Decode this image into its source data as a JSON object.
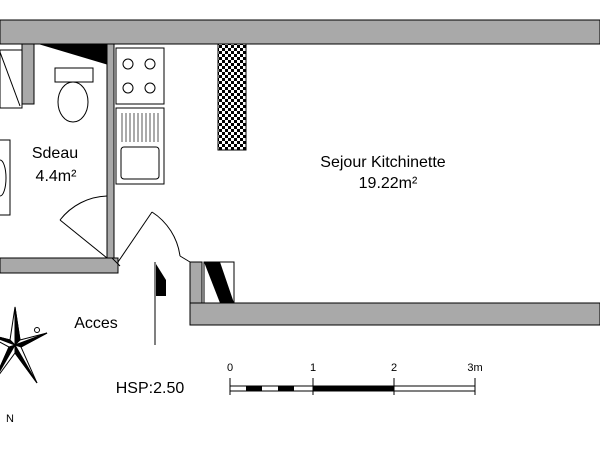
{
  "rooms": {
    "sdeau": {
      "name": "Sdeau",
      "area": "4.4m²"
    },
    "sejour": {
      "name": "Sejour Kitchinette",
      "area": "19.22m²"
    }
  },
  "labels": {
    "acces": "Acces",
    "hsp": "HSP:2.50",
    "compass_north": "N"
  },
  "scale_bar": {
    "ticks": [
      "0",
      "1",
      "2",
      "3m"
    ]
  },
  "colors": {
    "wall_fill": "#a9a9a9",
    "wall_stroke": "#000000",
    "line": "#000000"
  }
}
